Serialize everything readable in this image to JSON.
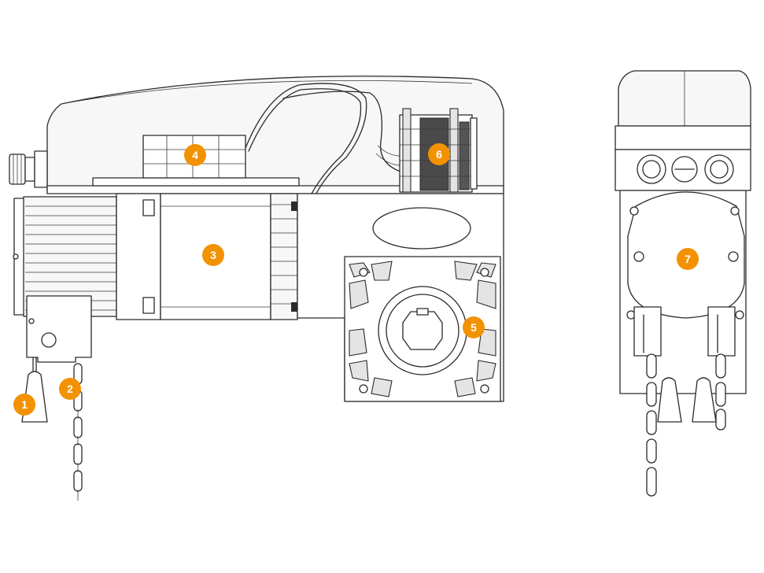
{
  "colors": {
    "marker": "#f39200",
    "marker_text": "#ffffff",
    "line": "#2a2a2a",
    "background": "#ffffff"
  },
  "markers": [
    {
      "id": "1",
      "label": "1"
    },
    {
      "id": "2",
      "label": "2"
    },
    {
      "id": "3",
      "label": "3"
    },
    {
      "id": "4",
      "label": "4"
    },
    {
      "id": "5",
      "label": "5"
    },
    {
      "id": "6",
      "label": "6"
    },
    {
      "id": "7",
      "label": "7"
    }
  ]
}
